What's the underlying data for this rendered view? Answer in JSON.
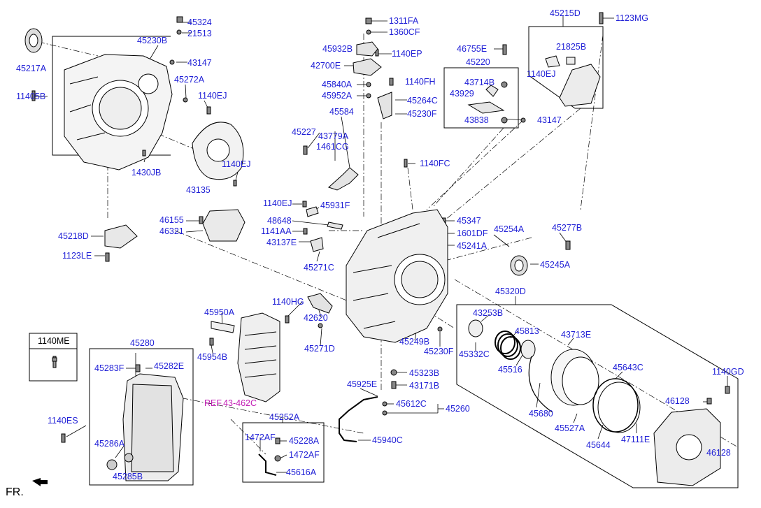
{
  "diagram": {
    "direction_label": "FR.",
    "reference_label": "REF.43-462C",
    "inset_box_label": "1140ME",
    "parts": {
      "p45324": "45324",
      "p21513": "21513",
      "p45230B": "45230B",
      "p45217A": "45217A",
      "p43147a": "43147",
      "p45272A": "45272A",
      "p1140EJa": "1140EJ",
      "p11405B": "11405B",
      "p1430JB": "1430JB",
      "p1140EJb": "1140EJ",
      "p43135": "43135",
      "p1311FA": "1311FA",
      "p1360CF": "1360CF",
      "p45932B": "45932B",
      "p1140EP": "1140EP",
      "p42700E": "42700E",
      "p45840A": "45840A",
      "p1140FH": "1140FH",
      "p45952A": "45952A",
      "p45264C": "45264C",
      "p45230F": "45230F",
      "p45584": "45584",
      "p45227": "45227",
      "p43779A": "43779A",
      "p1461CG": "1461CG",
      "p1140FC": "1140FC",
      "p46755E": "46755E",
      "p45220": "45220",
      "p43714B": "43714B",
      "p43929": "43929",
      "p43838": "43838",
      "p43147b": "43147",
      "p45215D": "45215D",
      "p1123MG": "1123MG",
      "p21825B": "21825B",
      "p1140EJc": "1140EJ",
      "p1140EJd": "1140EJ",
      "p45931F": "45931F",
      "p48648": "48648",
      "p1141AA": "1141AA",
      "p43137E": "43137E",
      "p45271C": "45271C",
      "p46155": "46155",
      "p46321": "46321",
      "p45218D": "45218D",
      "p1123LE": "1123LE",
      "p45347": "45347",
      "p1601DF": "1601DF",
      "p45254A": "45254A",
      "p45277B": "45277B",
      "p45241A": "45241A",
      "p45245A": "45245A",
      "p45320D": "45320D",
      "p43253B": "43253B",
      "p45813": "45813",
      "p43713E": "43713E",
      "p45332C": "45332C",
      "p45516": "45516",
      "p45643C": "45643C",
      "p1140GD": "1140GD",
      "p1140HG": "1140HG",
      "p45950A": "45950A",
      "p42620": "42620",
      "p45271D": "45271D",
      "p45249B": "45249B",
      "p45230Fb": "45230F",
      "p45954B": "45954B",
      "p45323B": "45323B",
      "p43171B": "43171B",
      "p45925E": "45925E",
      "p45612C": "45612C",
      "p45260": "45260",
      "p45680": "45680",
      "p46128a": "46128",
      "p45527A": "45527A",
      "p45644": "45644",
      "p47111E": "47111E",
      "p46128b": "46128",
      "p45280": "45280",
      "p45283F": "45283F",
      "p45282E": "45282E",
      "p1140ES": "1140ES",
      "p45286A": "45286A",
      "p45285B": "45285B",
      "p45252A": "45252A",
      "p1472AFa": "1472AF",
      "p45228A": "45228A",
      "p1472AFb": "1472AF",
      "p45616A": "45616A",
      "p45940C": "45940C"
    }
  },
  "colors": {
    "label": "#1f1fd6",
    "reference": "#c21fb5",
    "line": "#000000"
  }
}
